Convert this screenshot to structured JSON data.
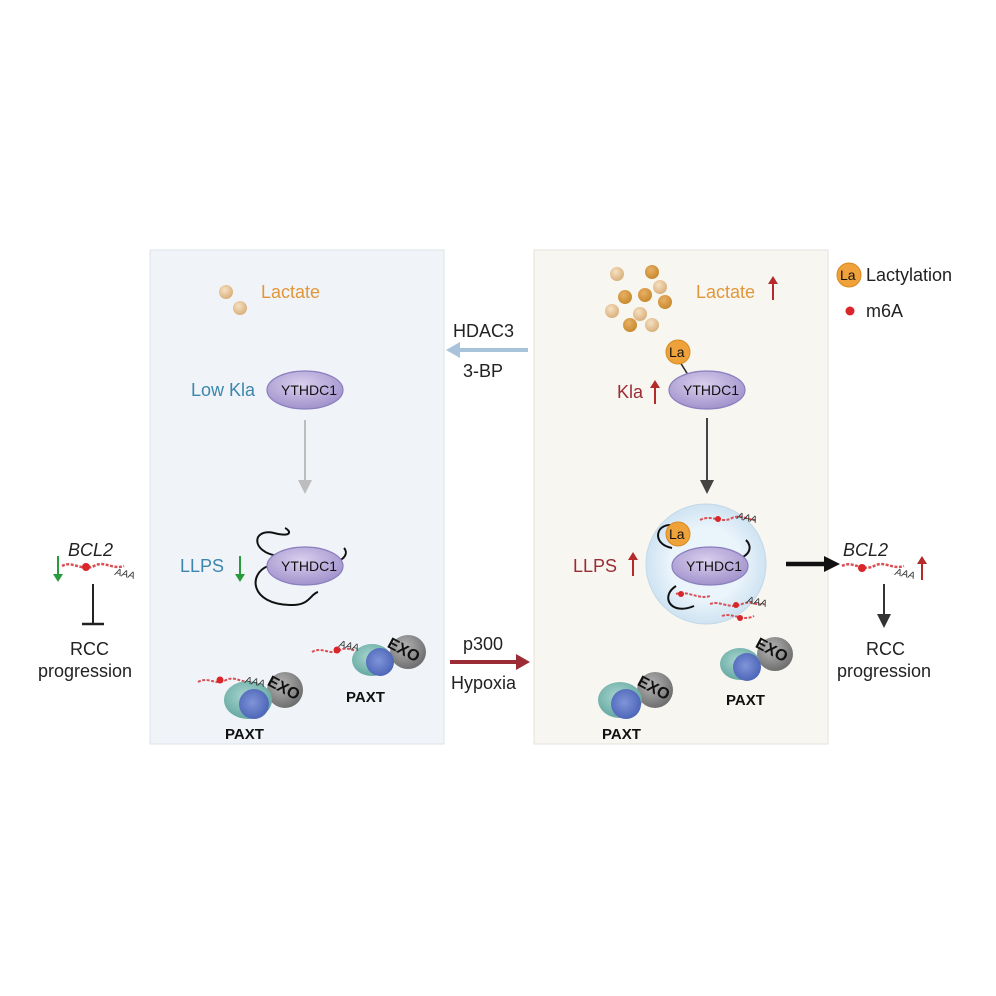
{
  "left_panel": {
    "lactate": "Lactate",
    "low_kla": "Low Kla",
    "protein": "YTHDC1",
    "llps": "LLPS",
    "exo": "EXO",
    "paxt": "PAXT",
    "aaa": "AAA",
    "colors": {
      "background": "#f0f4f8",
      "text": "#3c86ad",
      "lactate": "#e2963a"
    }
  },
  "right_panel": {
    "lactate": "Lactate",
    "la_badge": "La",
    "kla": "Kla",
    "protein": "YTHDC1",
    "llps": "LLPS",
    "exo": "EXO",
    "paxt": "PAXT",
    "aaa": "AAA",
    "colors": {
      "background": "#f8f6f0",
      "text": "#9b2b35",
      "lactate": "#e2963a"
    }
  },
  "middle": {
    "top_arrow": {
      "line1": "HDAC3",
      "line2": "3-BP",
      "color": "#a9c4da"
    },
    "bottom_arrow": {
      "line1": "p300",
      "line2": "Hypoxia",
      "color": "#9b2b35"
    }
  },
  "outer_left": {
    "gene": "BCL2",
    "aaa": "AAA",
    "outcome_line1": "RCC",
    "outcome_line2": "progression",
    "arrow_color": "#2a9a3e"
  },
  "outer_right": {
    "gene": "BCL2",
    "aaa": "AAA",
    "outcome_line1": "RCC",
    "outcome_line2": "progression",
    "arrow_color": "#b52a2a"
  },
  "legend": {
    "lactylation_badge": "La",
    "lactylation_label": "Lactylation",
    "m6a_label": "m6A",
    "lactylation_color": "#f0a23a",
    "m6a_color": "#d9262b"
  }
}
